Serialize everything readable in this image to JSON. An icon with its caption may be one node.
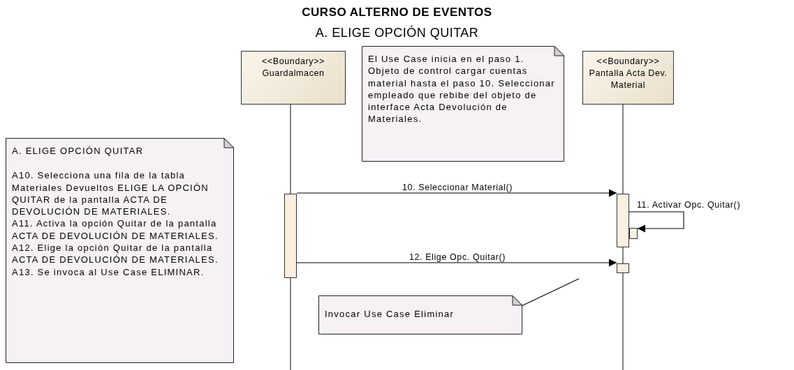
{
  "diagram": {
    "title": "CURSO ALTERNO DE EVENTOS",
    "nodes": [
      {
        "text": [
          "<<Boundary>>",
          "Guardalmacen"
        ]
      },
      {
        "text": [
          "El Use Case inicia en el paso 1. Objeto de control cargar cuentas material hasta el paso 10. Seleccionar empleado que rebibe del objeto de interface Acta Devolución de Materiales."
        ]
      },
      {
        "text": [
          "<<Boundary>>",
          "Pantalla Acta Dev. Material"
        ]
      },
      {
        "text": [
          "A. ELIGE OPCIÓN QUITAR",
          "A10. Selecciona una fila de la tabla Materiales Devueltos ELIGE LA OPCIÓN QUITAR de la pantalla ACTA DE DEVOLUCIÓN DE MATERIALES.",
          "A11. Activa la opción Quitar de la pantalla ACTA DE DEVOLUCIÓN DE MATERIALES.",
          "A12. Elige la opción Quitar de la pantalla ACTA DE DEVOLUCIÓN DE MATERIALES.",
          "A13. Se invoca al Use Case ELIMINAR."
        ]
      },
      {
        "text": [],
        "shape": "bar"
      },
      {
        "text": [],
        "shape": "bar"
      },
      {
        "text": [],
        "shape": "bar"
      },
      {
        "text": [],
        "shape": "bar"
      },
      {
        "text": [
          "Invocar Use Case Eliminar"
        ]
      }
    ],
    "edges": [
      {
        "from": 4,
        "to": 5,
        "arrow": "to",
        "label": "10. Seleccionar Material()"
      },
      {
        "from": 5,
        "to": 6,
        "arrow": "to",
        "label": "11. Activar Opc. Quitar()"
      },
      {
        "from": 4,
        "to": 7,
        "arrow": "to",
        "label": "12. Elige Opc. Quitar()"
      },
      {
        "from": 8,
        "to": null,
        "arrow": "none"
      }
    ],
    "labels": [
      "A. ELIGE OPCIÓN QUITAR"
    ]
  }
}
